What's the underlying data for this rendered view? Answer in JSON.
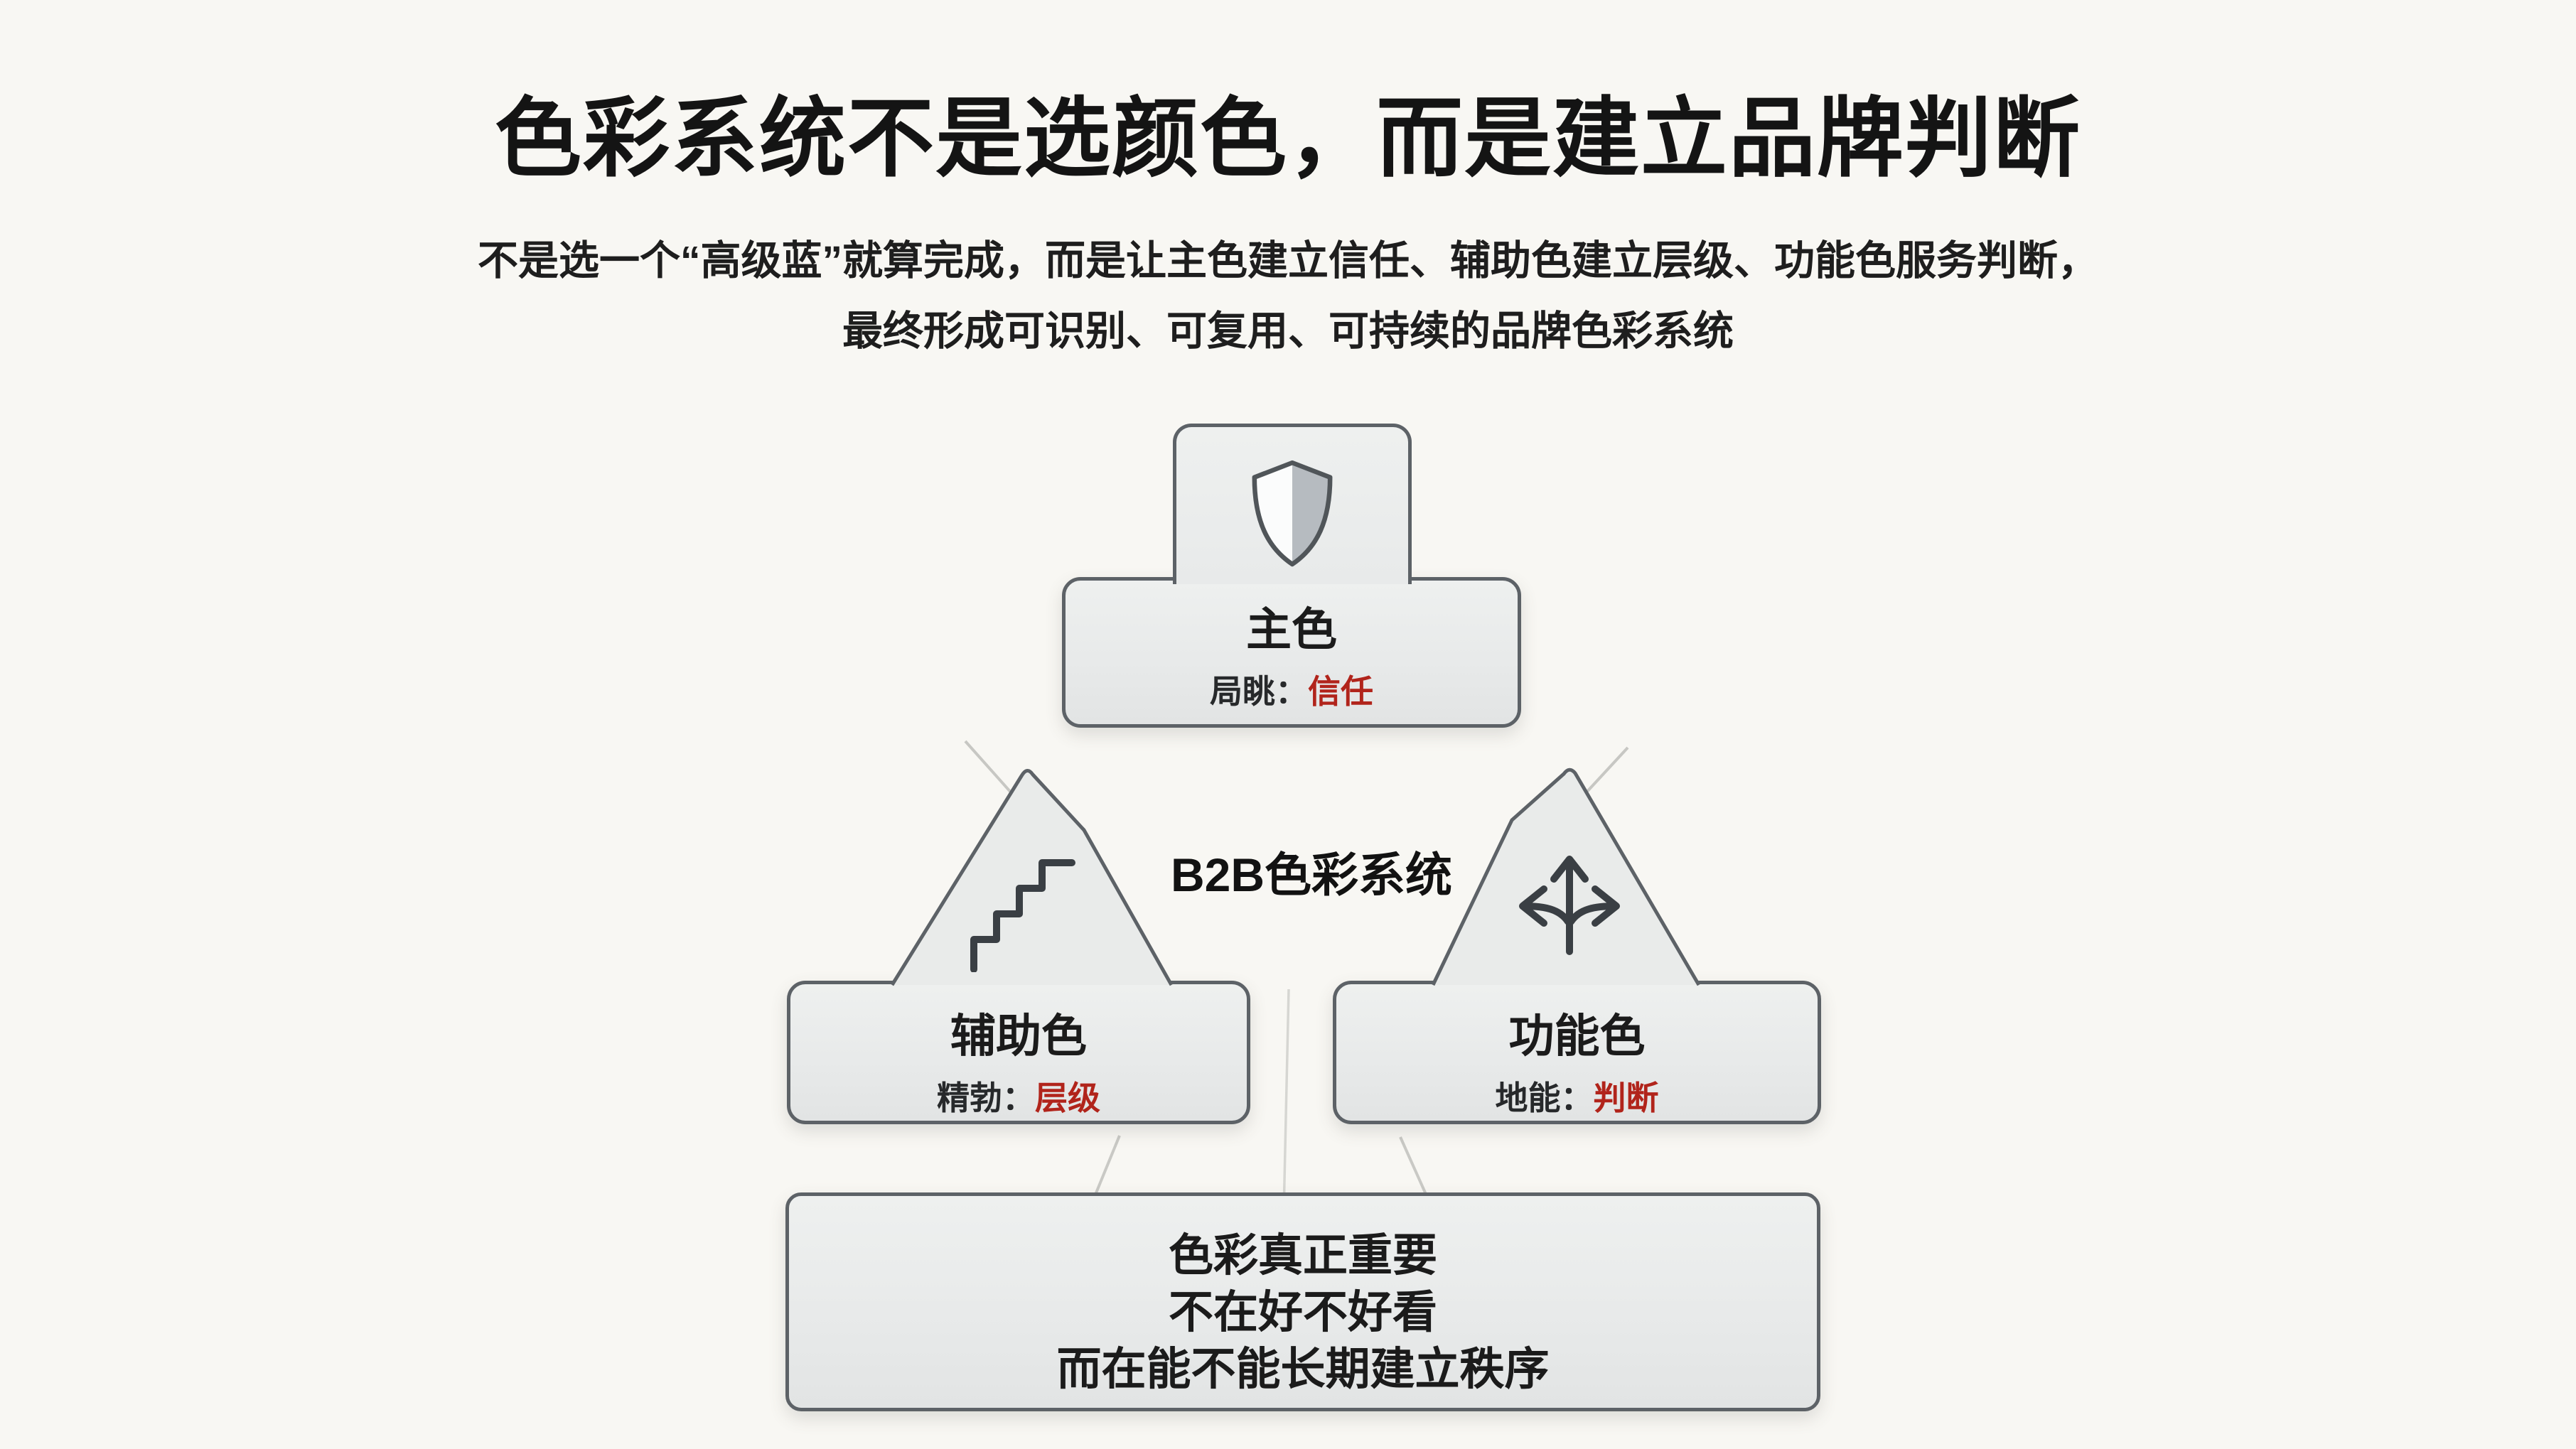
{
  "header": {
    "title": "色彩系统不是选颜色，而是建立品牌判断",
    "subtitle_line1": "不是选一个“高级蓝”就算完成，而是让主色建立信任、辅助色建立层级、功能色服务判断，",
    "subtitle_line2": "最终形成可识别、可复用、可持续的品牌色彩系统"
  },
  "diagram": {
    "center_label": "B2B色彩系统",
    "primary": {
      "title": "主色",
      "role_label": "局眺：",
      "role_value": "信任",
      "icon": "shield-icon"
    },
    "secondary": {
      "title": "辅助色",
      "role_label": "精勃：",
      "role_value": "层级",
      "icon": "stairs-icon"
    },
    "functional": {
      "title": "功能色",
      "role_label": "地能：",
      "role_value": "判断",
      "icon": "directions-icon"
    },
    "conclusion": {
      "line1": "色彩真正重要",
      "line2": "不在好不好看",
      "line3": "而在能不能长期建立秩序"
    }
  },
  "colors": {
    "background": "#f8f7f3",
    "box_fill": "#e8eaea",
    "box_border": "#5d6267",
    "accent_red": "#b1241b",
    "text_primary": "#161616",
    "connector": "#c7c7c3",
    "icon_stroke": "#3a3f44",
    "shield_half_gray": "#b6bbc0"
  }
}
